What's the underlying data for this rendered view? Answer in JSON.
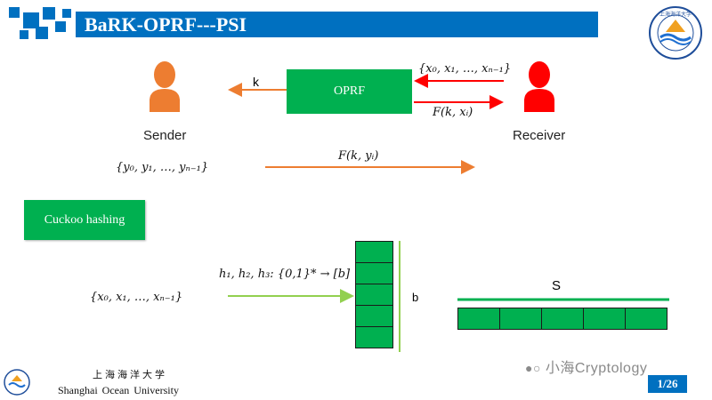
{
  "header": {
    "title": "BaRK-OPRF---PSI"
  },
  "sender": {
    "label": "Sender",
    "key_label": "k",
    "set": "{y₀, y₁, …, yₙ₋₁}"
  },
  "receiver": {
    "label": "Receiver",
    "set": "{x₀, x₁, …, xₙ₋₁}",
    "output": "F(k, xᵢ)"
  },
  "oprf": {
    "label": "OPRF"
  },
  "sender_message": "F(k, yᵢ)",
  "cuckoo": {
    "button_label": "Cuckoo hashing",
    "input_set": "{x₀, x₁, …, xₙ₋₁}",
    "hash_functions": "h₁, h₂, h₃: {0,1}* → [b]",
    "table_size_label": "b",
    "table_cells": 5,
    "stash_label": "S",
    "stash_cells": 5
  },
  "footer": {
    "university_cn": "上海海洋大学",
    "university_en": "Shanghai Ocean University",
    "page": "1/26",
    "watermark": "小海Cryptology"
  },
  "colors": {
    "title_bar": "#0070c0",
    "green": "#00b050",
    "sender_orange": "#ed7d31",
    "receiver_red": "#ff0000",
    "hash_arrow": "#92d050"
  }
}
